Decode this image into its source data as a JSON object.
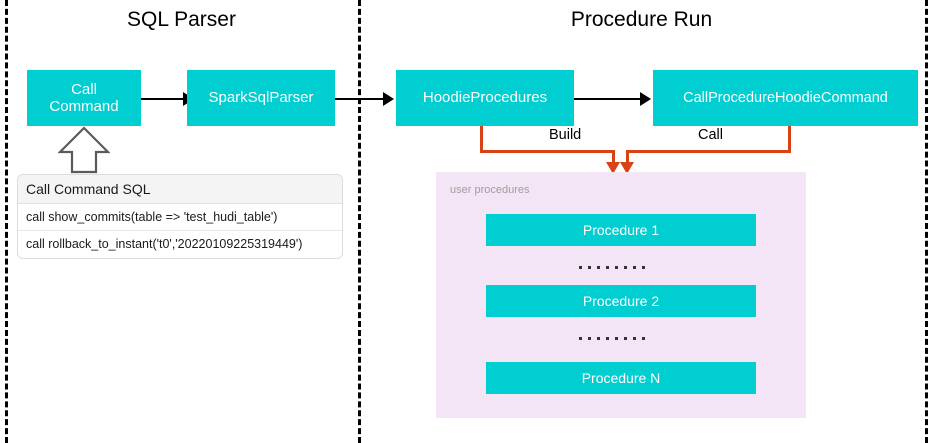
{
  "diagram": {
    "sections": [
      {
        "title": "SQL Parser"
      },
      {
        "title": "Procedure Run"
      }
    ],
    "nodes": {
      "call_command": "Call\nCommand",
      "call_command_line1": "Call",
      "call_command_line2": "Command",
      "spark_sql_parser": "SparkSqlParser",
      "hoodie_procedures": "HoodieProcedures",
      "call_procedure_hoodie_command": "CallProcedureHoodieCommand"
    },
    "sql_card": {
      "header": "Call Command SQL",
      "rows": [
        "call show_commits(table => 'test_hudi_table')",
        "call rollback_to_instant('t0','20220109225319449')"
      ]
    },
    "panel": {
      "label": "user procedures",
      "procedures": [
        "Procedure 1",
        "Procedure 2",
        "Procedure N"
      ],
      "ellipsis_dots": 8
    },
    "connector_labels": {
      "build": "Build",
      "call": "Call"
    },
    "colors": {
      "node_fill": "#00CED1",
      "node_text": "#FFFFFF",
      "connector": "#D84315",
      "panel_fill": "#F3E5F5",
      "panel_label": "#9E9E9E",
      "divider": "#000000",
      "arrow": "#000000"
    }
  }
}
